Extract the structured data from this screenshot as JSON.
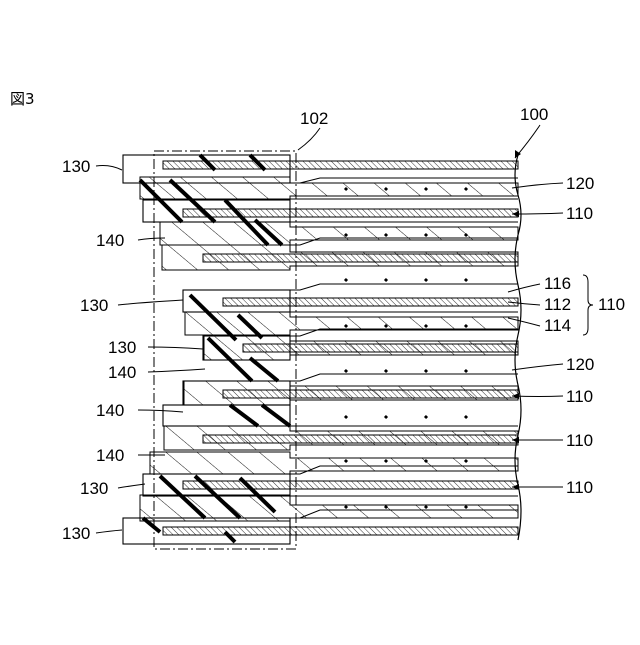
{
  "figure": {
    "label": "図3",
    "ref_labels": {
      "battery": "100",
      "stack_box": "102",
      "elec_top": "110",
      "elec_2": "110",
      "elec_3": "110",
      "elec_4": "110",
      "elec_brace": "110",
      "sep_1": "120",
      "sep_2": "120",
      "layer_116": "116",
      "layer_112": "112",
      "layer_114": "114",
      "tab_1": "130",
      "tab_2": "130",
      "tab_3": "130",
      "tab_4": "130",
      "tab_5": "130",
      "ins_1": "140",
      "ins_2": "140",
      "ins_3": "140",
      "ins_4": "140"
    }
  }
}
